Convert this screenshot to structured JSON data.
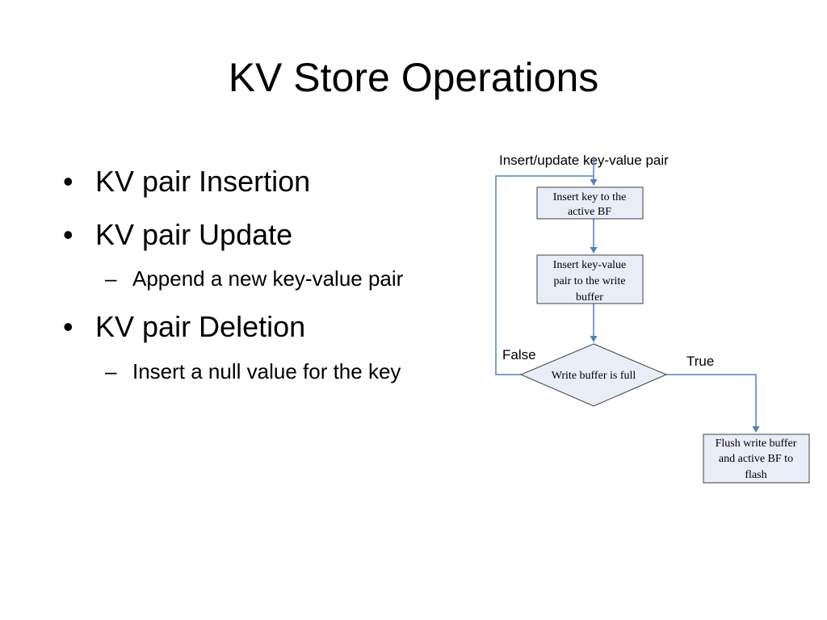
{
  "slide": {
    "title": "KV Store Operations",
    "bullets": [
      {
        "text": "KV pair Insertion",
        "sub": []
      },
      {
        "text": "KV pair Update",
        "sub": [
          "Append a new key-value pair"
        ]
      },
      {
        "text": "KV pair Deletion",
        "sub": [
          "Insert a null value for the key"
        ]
      }
    ],
    "bullet_glyph": "•",
    "sub_glyph": "–"
  },
  "flowchart": {
    "start_label": "Insert/update key-value pair",
    "step1": [
      "Insert key to the",
      "active BF"
    ],
    "step2": [
      "Insert key-value",
      "pair to the write",
      "buffer"
    ],
    "decision": "Write buffer is full",
    "false_label": "False",
    "true_label": "True",
    "end": [
      "Flush write buffer",
      "and active BF to",
      "flash"
    ],
    "colors": {
      "box_fill": "#e8edf7",
      "box_stroke": "#404040",
      "arrow": "#4f81bd"
    }
  }
}
